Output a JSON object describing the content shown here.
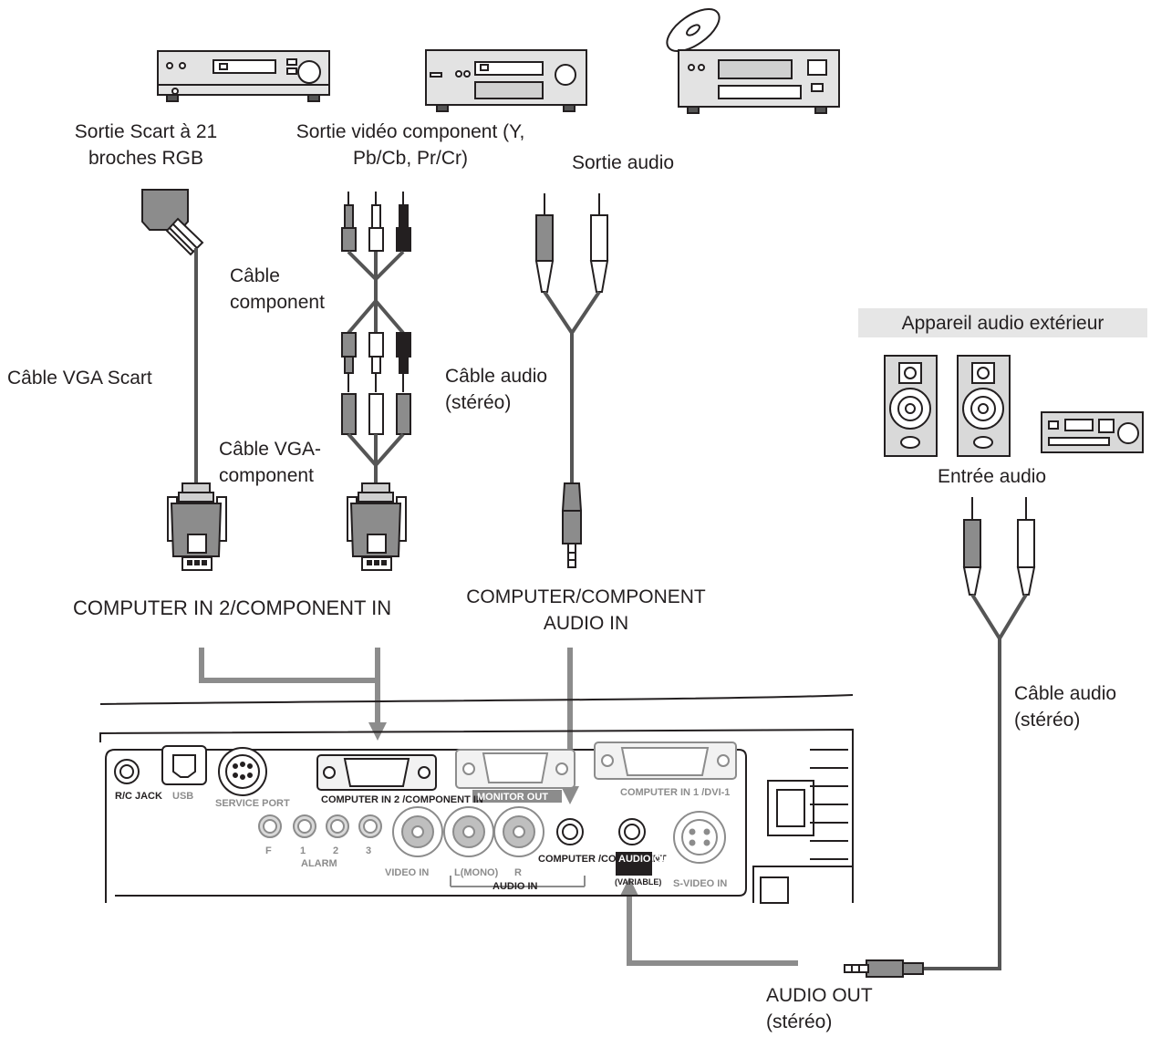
{
  "devices": {
    "scart_source": "Sortie Scart à 21 broches RGB",
    "component_source": "Sortie vidéo component (Y, Pb/Cb, Pr/Cr)",
    "audio_source": "Sortie audio",
    "external_audio": "Appareil audio extérieur",
    "audio_input": "Entrée audio"
  },
  "cables": {
    "scart_vga": "Câble VGA Scart",
    "component": "Câble component",
    "vga_component": "Câble VGA-component",
    "audio_stereo": "Câble audio (stéréo)",
    "audio_stereo_right": "Câble audio (stéréo)"
  },
  "connections": {
    "computer_in_2": "COMPUTER IN 2/COMPONENT IN",
    "audio_in": "COMPUTER/COMPONENT AUDIO IN",
    "audio_out": "AUDIO OUT (stéréo)"
  },
  "panel": {
    "rc_jack": "R/C JACK",
    "usb": "USB",
    "service_port": "SERVICE PORT",
    "computer_in_2": "COMPUTER IN 2 /COMPONENT IN",
    "monitor_out": "MONITOR OUT",
    "computer_in_1": "COMPUTER IN 1 /DVI-1",
    "alarm": "ALARM",
    "alarm_f": "F",
    "alarm_1": "1",
    "alarm_2": "2",
    "alarm_3": "3",
    "video_in": "VIDEO IN",
    "l_mono": "L(MONO)",
    "r": "R",
    "audio_in": "AUDIO IN",
    "computer_component": "COMPUTER /COMPONENT",
    "audio_out": "AUDIO OUT",
    "variable": "(VARIABLE)",
    "s_video_in": "S-VIDEO IN"
  },
  "colors": {
    "line": "#231f20",
    "gray": "#8c8c8c",
    "light": "#d9d9d9",
    "banner": "#e6e6e6"
  }
}
